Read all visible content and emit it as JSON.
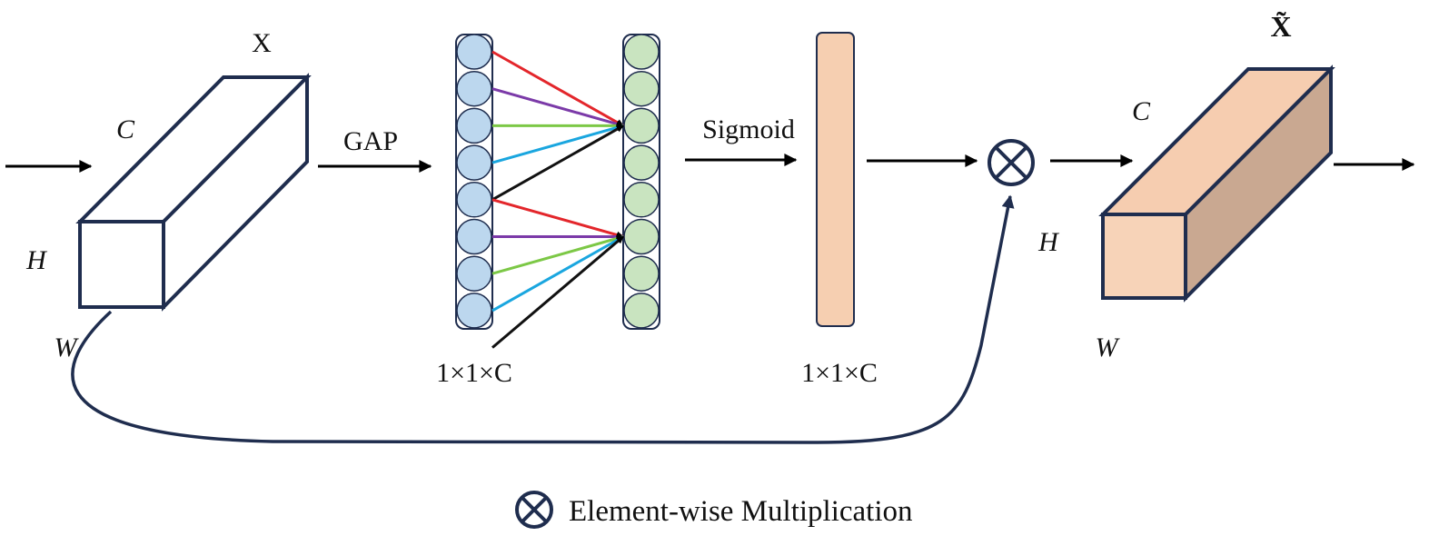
{
  "labels": {
    "input_tensor": "X",
    "channel_label": "C",
    "height_label": "H",
    "width_label": "W",
    "gap": "GAP",
    "sigmoid": "Sigmoid",
    "fc_dims": "1×1×C",
    "weight_dims": "1×1×C",
    "output_tensor": "X̃",
    "out_channel_label": "C",
    "out_height_label": "H",
    "out_width_label": "W"
  },
  "legend": {
    "symbol": "⊗",
    "text": "Element-wise Multiplication"
  },
  "colors": {
    "outline": "#1f2d4e",
    "arrow": "#000000",
    "input_node": "#bcd7ee",
    "output_node": "#c9e4c0",
    "weight_bar": "#f6cfb1",
    "output_front": "#f7d3b8",
    "output_top": "#f6cdb0",
    "output_side": "#c9a891",
    "conn_red": "#e3262b",
    "conn_purple": "#7b3aa8",
    "conn_green": "#7cc846",
    "conn_cyan": "#1aa6df",
    "conn_black": "#111111"
  }
}
